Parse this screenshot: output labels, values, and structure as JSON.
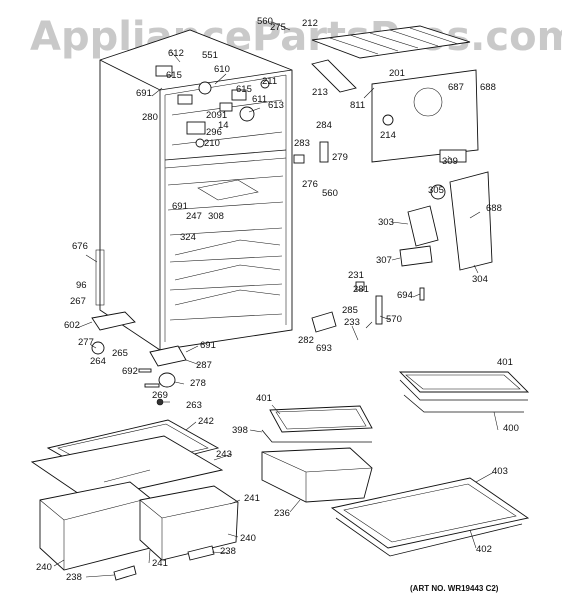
{
  "watermark": "AppliancePartsPros.com",
  "art_number": "(ART NO. WR19443 C2)",
  "callouts": [
    "560",
    "275",
    "212",
    "612",
    "551",
    "610",
    "615",
    "691",
    "615",
    "211",
    "280",
    "2091",
    "611",
    "613",
    "296",
    "14",
    "210",
    "284",
    "283",
    "279",
    "276",
    "560",
    "213",
    "201",
    "687",
    "688",
    "811",
    "214",
    "309",
    "305",
    "688",
    "303",
    "304",
    "307",
    "691",
    "247",
    "308",
    "324",
    "676",
    "96",
    "267",
    "602",
    "277",
    "265",
    "264",
    "691",
    "287",
    "692",
    "278",
    "269",
    "263",
    "231",
    "281",
    "285",
    "694",
    "233",
    "570",
    "282",
    "693",
    "401",
    "400",
    "401",
    "398",
    "236",
    "403",
    "402",
    "242",
    "243",
    "241",
    "240",
    "238",
    "241",
    "240",
    "238"
  ]
}
